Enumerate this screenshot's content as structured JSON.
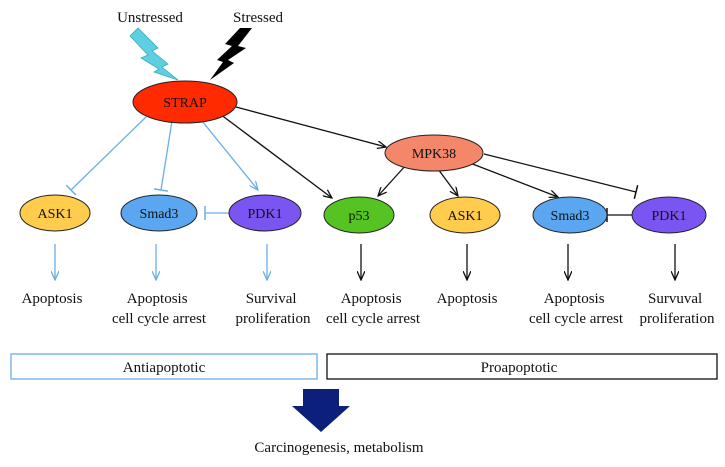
{
  "triggers": {
    "unstressed": "Unstressed",
    "stressed": "Stressed"
  },
  "nodes": {
    "strap": "STRAP",
    "mpk38": "MPK38",
    "ask1_left": "ASK1",
    "smad3_left": "Smad3",
    "pdk1_left": "PDK1",
    "p53": "p53",
    "ask1_right": "ASK1",
    "smad3_right": "Smad3",
    "pdk1_right": "PDK1"
  },
  "outcomes": {
    "apoptosis_1": "Apoptosis",
    "apoptosis_arrest_1": [
      "Apoptosis",
      "cell cycle arrest"
    ],
    "survival_proliferation": [
      "Survival",
      "proliferation"
    ],
    "apoptosis_arrest_2": [
      "Apoptosis",
      "cell cycle arrest"
    ],
    "apoptosis_2": "Apoptosis",
    "apoptosis_arrest_3": [
      "Apoptosis",
      "cell cycle arrest"
    ],
    "survuval_proliferation": [
      "Survuval",
      "proliferation"
    ]
  },
  "groups": {
    "antiapoptotic": "Antiapoptotic",
    "proapoptotic": "Proapoptotic"
  },
  "result": "Carcinogenesis, metabolism",
  "colors": {
    "strap": "#ff2a00",
    "mpk38": "#f4866a",
    "ask1": "#ffcc4d",
    "smad3": "#5aa6f0",
    "pdk1": "#7a55f2",
    "p53": "#55c322",
    "unstressed_bolt": "#5dcfe0",
    "stressed_bolt": "#000000",
    "antiapoptotic_line": "#6aaee8",
    "proapoptotic_line": "#000000",
    "result_arrow": "#0c1f7a"
  }
}
